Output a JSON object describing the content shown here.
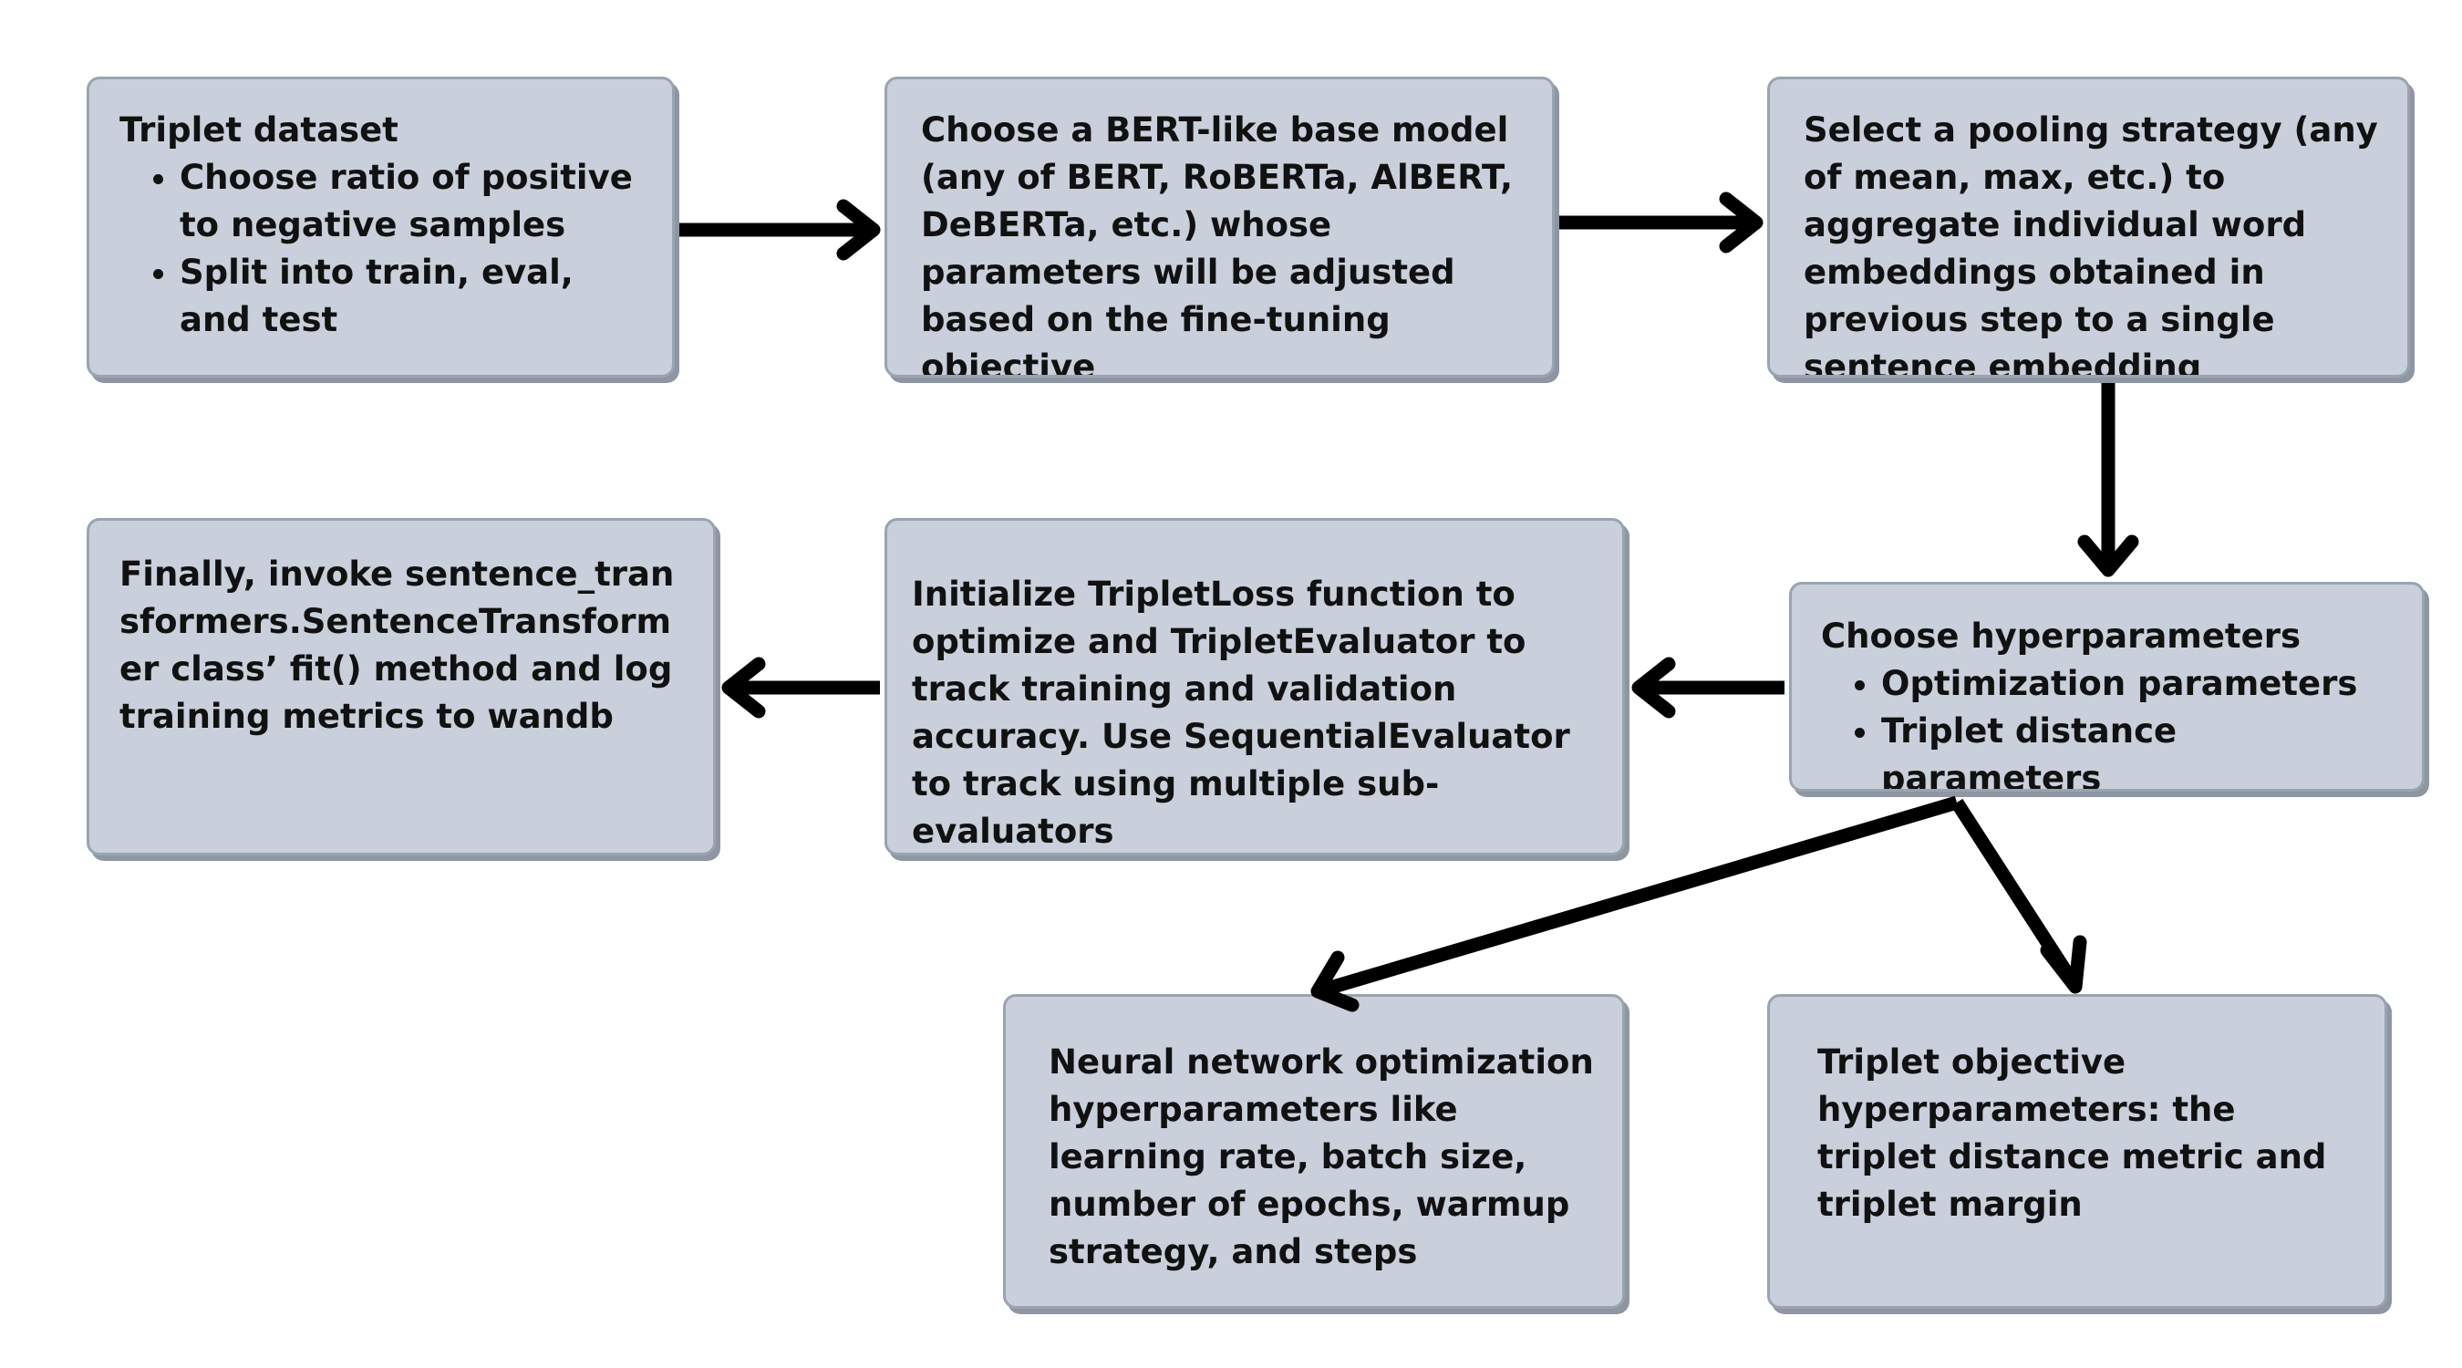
{
  "boxes": {
    "triplet_dataset": {
      "title": "Triplet dataset",
      "bullets": [
        "Choose ratio of positive to negative samples",
        "Split into train, eval, and test"
      ]
    },
    "base_model": {
      "text": "Choose a BERT-like base model (any of BERT, RoBERTa, AlBERT, DeBERTa, etc.) whose parameters will be adjusted based on the fine-tuning objective"
    },
    "pooling": {
      "text": "Select a pooling strategy (any of mean, max, etc.) to aggregate individual word embeddings obtained in previous step to a single sentence embedding"
    },
    "hyperparameters": {
      "title": "Choose hyperparameters",
      "bullets": [
        "Optimization parameters",
        "Triplet distance parameters"
      ]
    },
    "loss_evaluator": {
      "text": "Initialize TripletLoss function to optimize and TripletEvaluator to track training and validation accuracy. Use SequentialEvaluator to track using multiple sub-evaluators"
    },
    "fit": {
      "text": "Finally, invoke sentence_transformers.SentenceTransformer class’ fit() method and log training metrics to wandb"
    },
    "nn_optimization": {
      "text": "Neural network optimization hyperparameters like learning rate, batch size, number of epochs, warmup strategy, and steps"
    },
    "triplet_objective": {
      "text": "Triplet objective hyperparameters: the triplet distance metric and triplet margin"
    }
  },
  "colors": {
    "box_fill": "#c9d0dc",
    "box_border": "#9aa3b0",
    "box_shadow": "#8e96a3",
    "arrow": "#000000",
    "text": "#111111",
    "background": "#ffffff"
  }
}
